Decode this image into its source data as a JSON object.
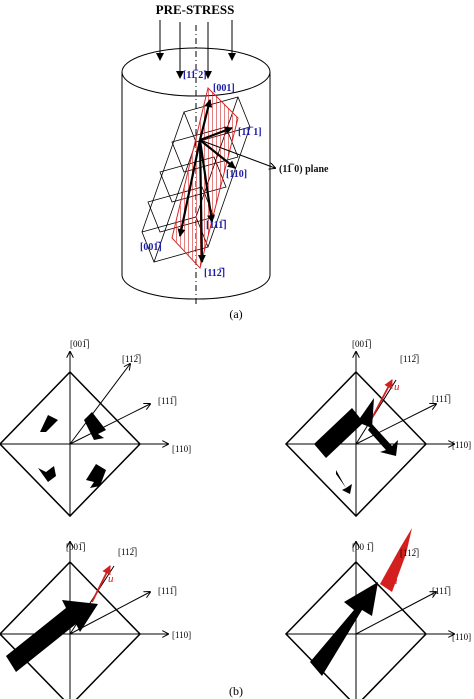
{
  "top": {
    "title": "PRE-STRESS",
    "labels": {
      "dir_112_top": "[11̅ 2]",
      "dir_001": "[001]",
      "dir_111": "[11̅ 1]",
      "dir_110": "[110]",
      "plane": "(11̅ 0) plane",
      "dir_11m1": "[111̅]",
      "dir_00m1": "[001̅]",
      "dir_112m": "[112̅]"
    },
    "caption": "(a)"
  },
  "panels": {
    "axis_vertical": "[001̅]",
    "axis_vertical_alt": "[00 1̅]",
    "axis_112": "[112̅]",
    "axis_111": "[111̅]",
    "axis_110": "[110]",
    "u_label": "u",
    "caption": "(b)"
  },
  "colors": {
    "blue": "#1a1aa8",
    "red": "#d41f1f",
    "hatch": "#d22b2b"
  }
}
